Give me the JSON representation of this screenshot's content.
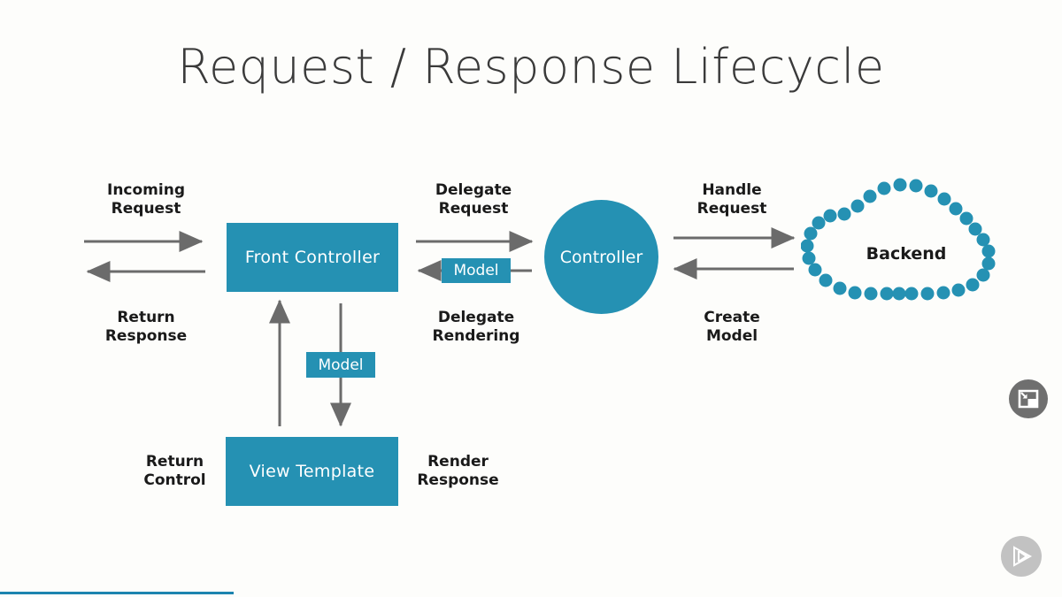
{
  "slide": {
    "title": "Request / Response Lifecycle",
    "background_color": "#fdfdfb",
    "accent_color": "#2591b3",
    "arrow_color": "#6b6b6b",
    "text_color": "#1a1a1a"
  },
  "nodes": {
    "front_controller": "Front Controller",
    "controller": "Controller",
    "backend": "Backend",
    "view_template": "View Template",
    "model_to_front_controller": "Model",
    "model_to_view_template": "Model"
  },
  "labels": {
    "incoming_request": "Incoming\nRequest",
    "return_response": "Return\nResponse",
    "delegate_request": "Delegate\nRequest",
    "delegate_rendering": "Delegate\nRendering",
    "handle_request": "Handle\nRequest",
    "create_model": "Create\nModel",
    "return_control": "Return\nControl",
    "render_response": "Render\nResponse"
  },
  "flow": {
    "edges": [
      {
        "from": "client",
        "to": "front_controller",
        "label": "Incoming Request",
        "direction": "right"
      },
      {
        "from": "front_controller",
        "to": "client",
        "label": "Return Response",
        "direction": "left"
      },
      {
        "from": "front_controller",
        "to": "controller",
        "label": "Delegate Request",
        "direction": "right"
      },
      {
        "from": "controller",
        "to": "front_controller",
        "label": "Delegate Rendering",
        "direction": "left",
        "carries": "Model"
      },
      {
        "from": "controller",
        "to": "backend",
        "label": "Handle Request",
        "direction": "right"
      },
      {
        "from": "backend",
        "to": "controller",
        "label": "Create Model",
        "direction": "left"
      },
      {
        "from": "front_controller",
        "to": "view_template",
        "label": "Render Response",
        "direction": "down",
        "carries": "Model"
      },
      {
        "from": "view_template",
        "to": "front_controller",
        "label": "Return Control",
        "direction": "up"
      }
    ]
  },
  "player": {
    "pip_button_label": "Picture in picture",
    "brand_logo_label": "Play",
    "progress_percent": 22
  }
}
